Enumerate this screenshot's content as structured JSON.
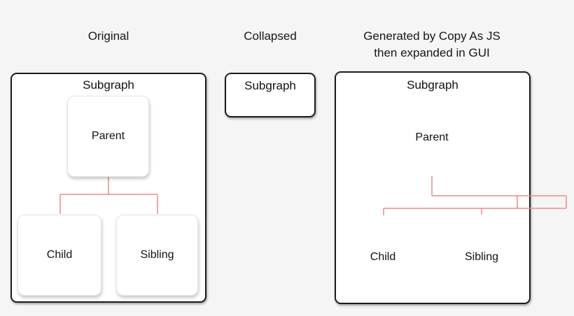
{
  "titles": {
    "original": "Original",
    "collapsed": "Collapsed",
    "generated_line1": "Generated by Copy As JS",
    "generated_line2": "then expanded in GUI"
  },
  "panels": {
    "original": {
      "subgraph_label": "Subgraph",
      "nodes": [
        {
          "label": "Parent"
        },
        {
          "label": "Child"
        },
        {
          "label": "Sibling"
        }
      ]
    },
    "collapsed": {
      "subgraph_label": "Subgraph"
    },
    "generated": {
      "subgraph_label": "Subgraph",
      "labels": [
        {
          "label": "Parent"
        },
        {
          "label": "Child"
        },
        {
          "label": "Sibling"
        }
      ]
    }
  },
  "colors": {
    "connector": "#ec8a8a",
    "box_border": "#1c1c1c",
    "node_fill": "#ffffff",
    "background": "#f5f5f6",
    "text": "#161616"
  },
  "connectors": {
    "stroke_width": 1.5,
    "groups": [
      {
        "name": "original-tree-edges",
        "segments": [
          [
            155,
            253,
            155,
            278
          ],
          [
            86,
            278,
            225,
            278
          ],
          [
            86,
            278,
            86,
            306
          ],
          [
            225,
            278,
            225,
            306
          ]
        ]
      },
      {
        "name": "generated-broken-edges",
        "segments": [
          [
            617,
            252,
            617,
            280
          ],
          [
            617,
            280,
            809,
            280
          ],
          [
            739,
            280,
            739,
            298
          ],
          [
            809,
            280,
            809,
            298
          ],
          [
            548,
            298,
            809,
            298
          ],
          [
            548,
            298,
            548,
            308
          ],
          [
            688,
            298,
            688,
            307
          ]
        ]
      }
    ]
  }
}
